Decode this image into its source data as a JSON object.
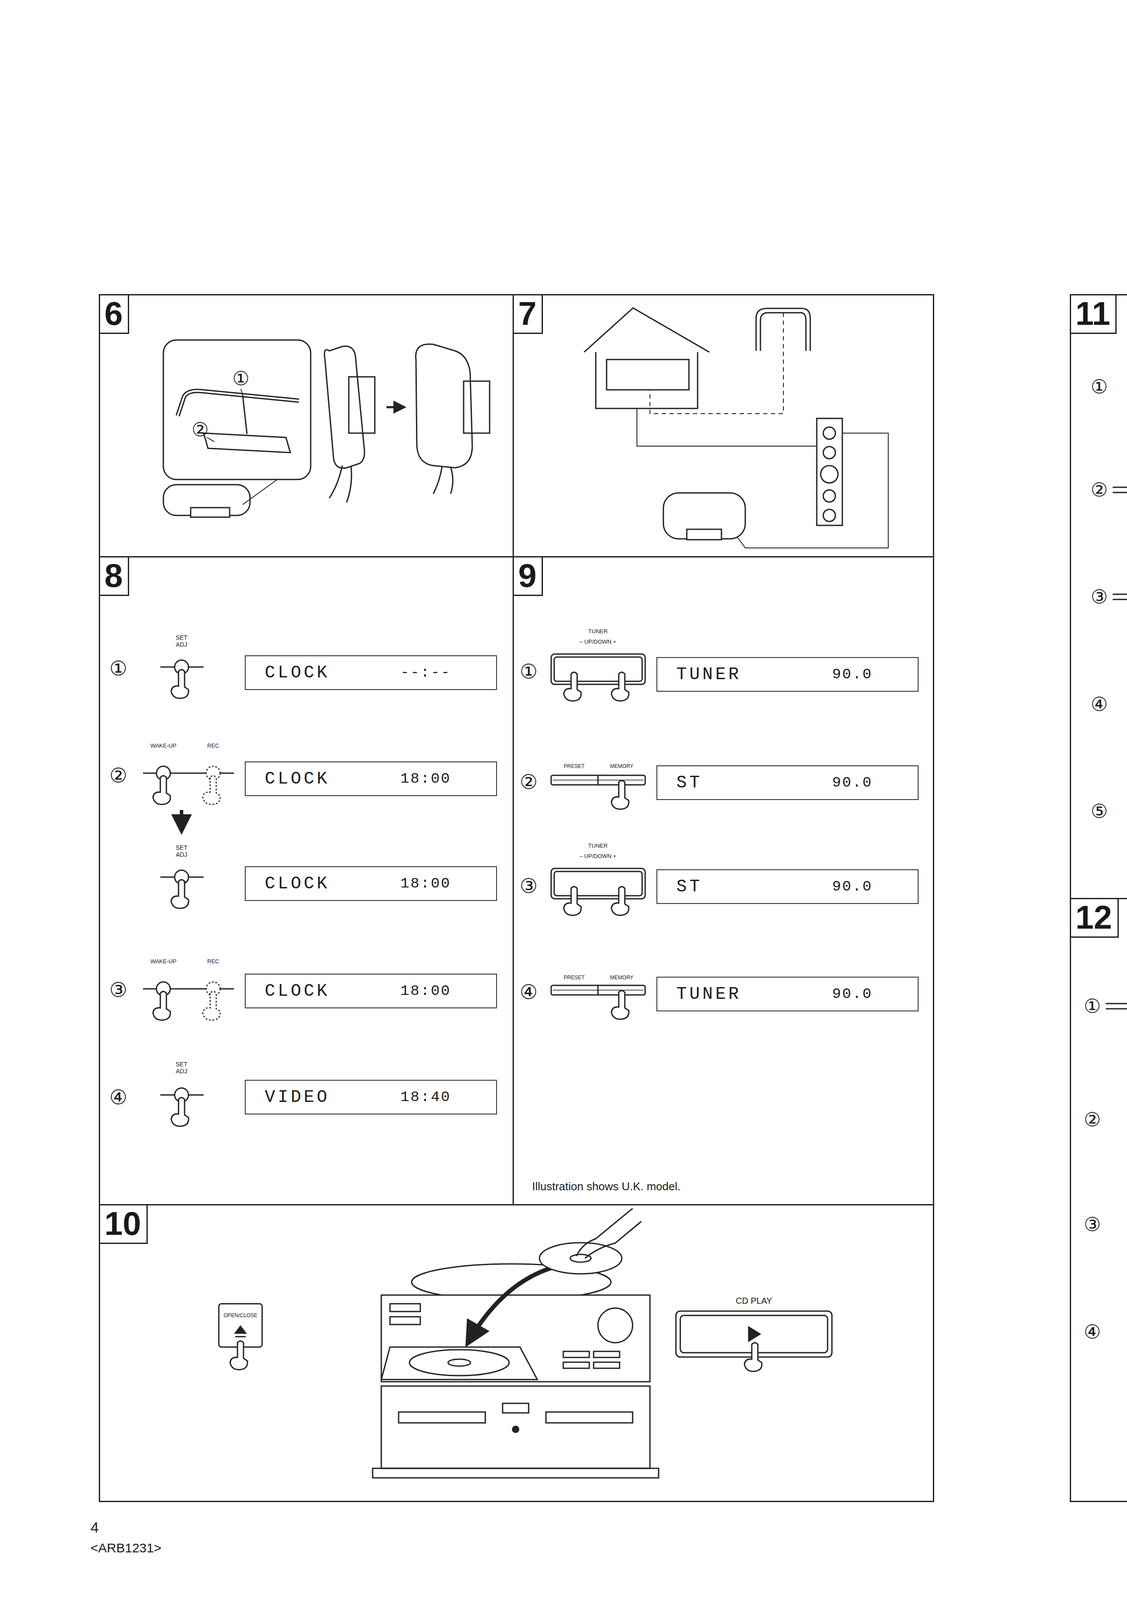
{
  "diagram": {
    "nodes": [
      {
        "text": [
          "6"
        ]
      },
      {
        "text": [
          "7"
        ]
      },
      {
        "text": [
          "8"
        ]
      },
      {
        "text": [
          "CLOCK",
          "--:--"
        ],
        "in": 2
      },
      {
        "text": [
          "CLOCK",
          "18:00"
        ],
        "in": 2
      },
      {
        "text": [
          "CLOCK",
          "18:00"
        ],
        "in": 2
      },
      {
        "text": [
          "CLOCK",
          "18:00"
        ],
        "in": 2
      },
      {
        "text": [
          "VIDEO",
          "18:40"
        ],
        "in": 2
      },
      {
        "text": [
          "9"
        ]
      },
      {
        "text": [
          "TUNER",
          "90.0"
        ],
        "in": 8
      },
      {
        "text": [
          "ST",
          "90.0"
        ],
        "in": 8
      },
      {
        "text": [
          "ST",
          "90.0"
        ],
        "in": 8
      },
      {
        "text": [
          "TUNER",
          "90.0"
        ],
        "in": 8
      },
      {
        "text": [
          "10"
        ]
      },
      {
        "text": [
          "11"
        ]
      },
      {
        "text": [
          "12"
        ]
      }
    ],
    "labels": [
      "①",
      "②",
      "①",
      "SET ADJ",
      "②",
      "WAKE-UP",
      "REC",
      "SET ADJ",
      "③",
      "WAKE-UP",
      "REC",
      "④",
      "SET ADJ",
      "①",
      "TUNER",
      "– UP/DOWN +",
      "②",
      "PRESET",
      "MEMORY",
      "③",
      "TUNER",
      "– UP/DOWN +",
      "④",
      "PRESET",
      "MEMORY",
      "Illustration shows U.K. model.",
      "OPEN/CLOSE",
      "CD PLAY",
      "4",
      "<ARB1231>",
      "①",
      "②",
      "③",
      "④",
      "⑤",
      "①",
      "②",
      "③",
      "④"
    ]
  }
}
